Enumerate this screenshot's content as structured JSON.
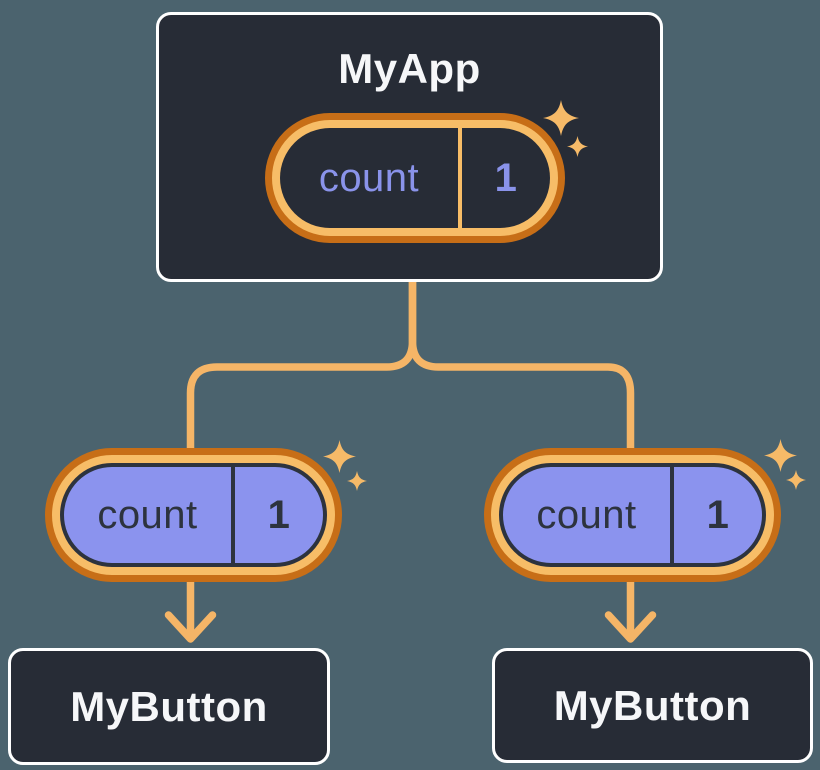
{
  "colors": {
    "background": "#4B636E",
    "node_fill": "#272C36",
    "node_border": "#FFFFFF",
    "node_title_text": "#F6F7F9",
    "connector": "#F5B567",
    "sparkle": "#F6BA68",
    "pill_outer_border": "#C76E17",
    "pill_ring": "#F7BD67",
    "state_pill_fill": "#272C36",
    "state_pill_text": "#8A93EA",
    "prop_pill_fill": "#8B93EE",
    "prop_pill_text": "#2D333E"
  },
  "root_node": {
    "title": "MyApp",
    "state_badge": {
      "label": "count",
      "value": "1"
    }
  },
  "child_nodes": [
    {
      "title": "MyButton",
      "prop_badge": {
        "label": "count",
        "value": "1"
      }
    },
    {
      "title": "MyButton",
      "prop_badge": {
        "label": "count",
        "value": "1"
      }
    }
  ],
  "icons": {
    "sparkle": "sparkle-icon"
  }
}
